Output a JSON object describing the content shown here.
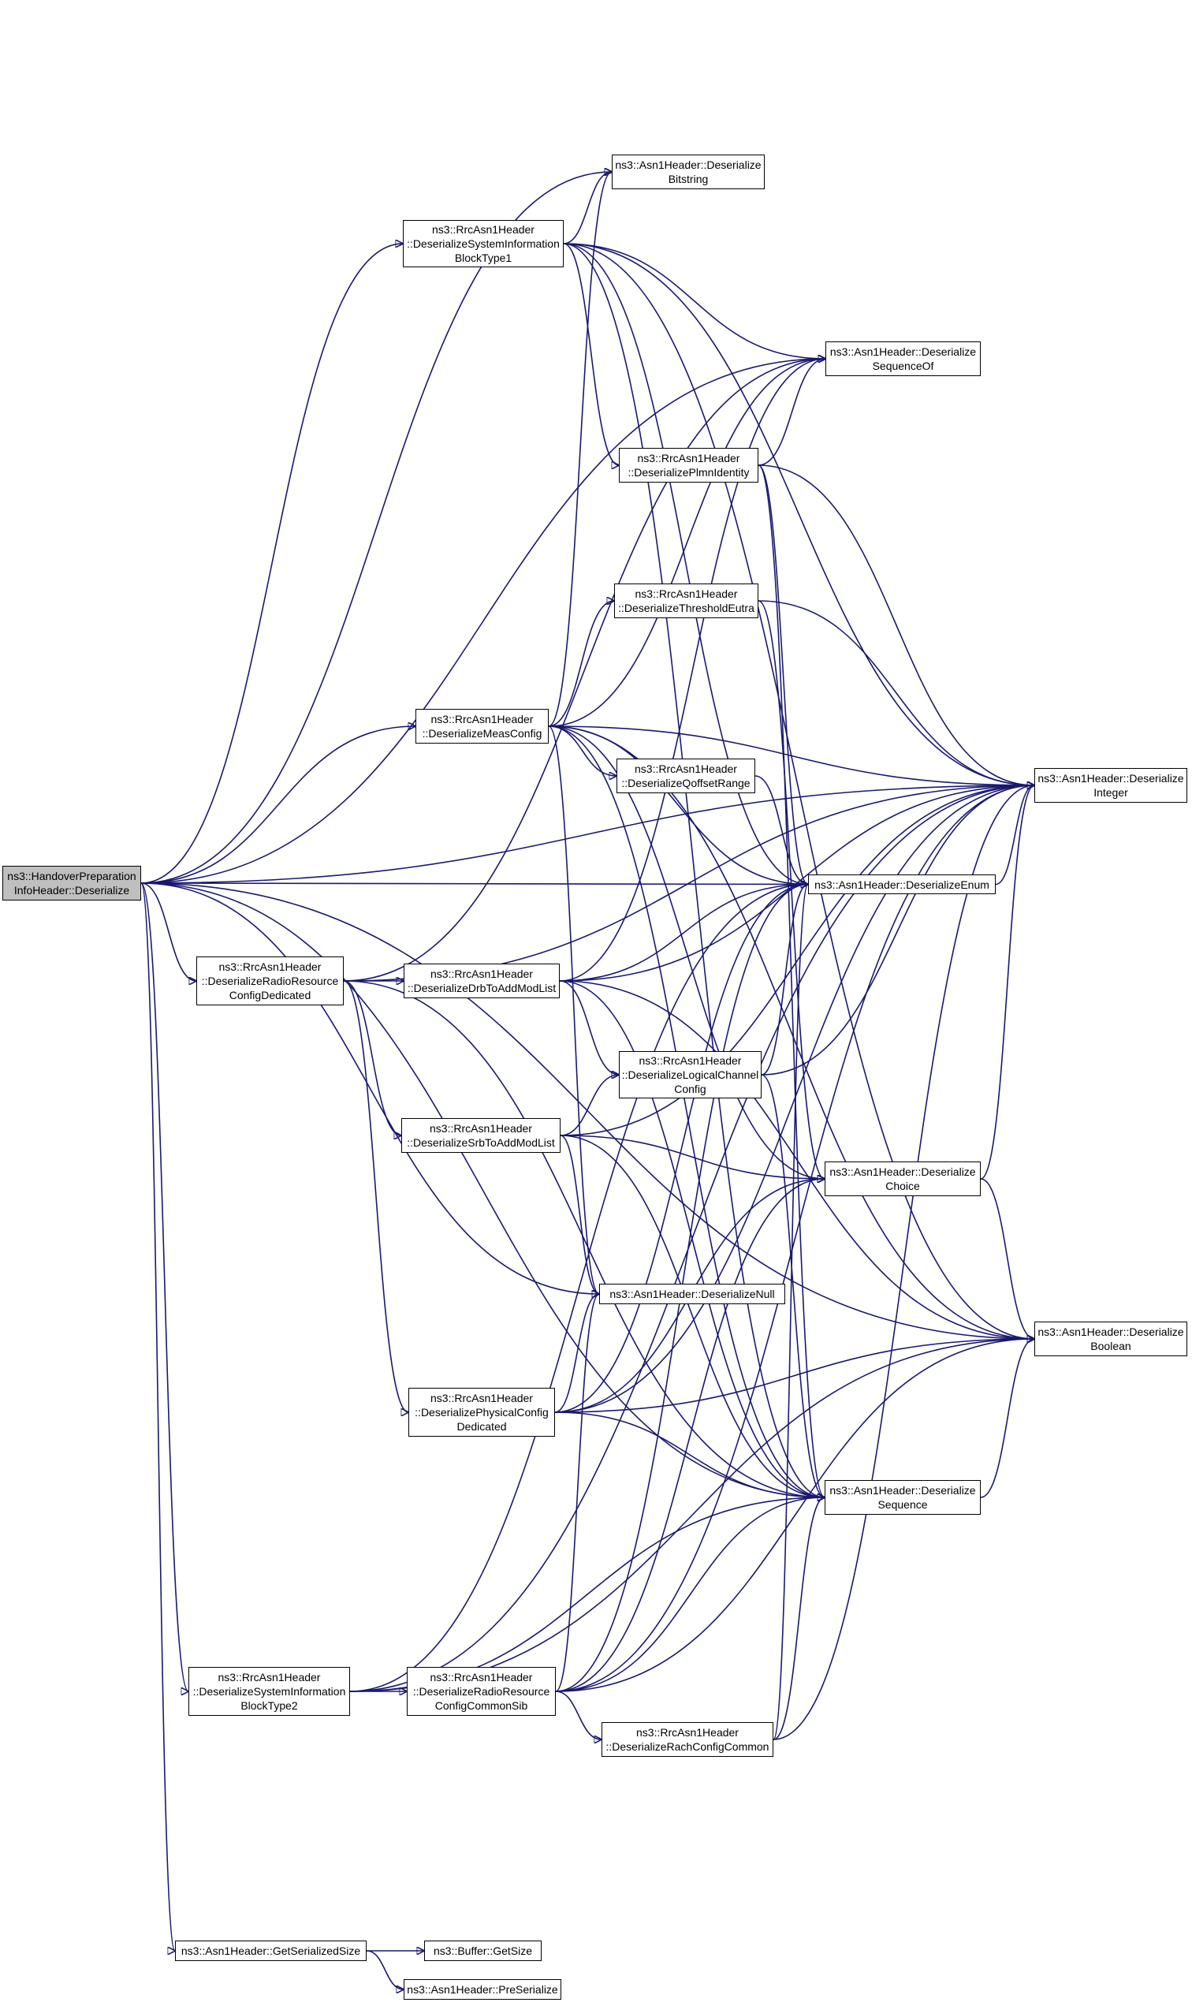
{
  "edge_color": "#191970",
  "root_fill": "#bfbfbf",
  "nodes": {
    "root": "ns3::HandoverPreparation\nInfoHeader::Deserialize",
    "sib1": "ns3::RrcAsn1Header\n::DeserializeSystemInformation\nBlockType1",
    "bitstring": "ns3::Asn1Header::Deserialize\nBitstring",
    "sequenceof": "ns3::Asn1Header::Deserialize\nSequenceOf",
    "plmn": "ns3::RrcAsn1Header\n::DeserializePlmnIdentity",
    "threshold": "ns3::RrcAsn1Header\n::DeserializeThresholdEutra",
    "measconfig": "ns3::RrcAsn1Header\n::DeserializeMeasConfig",
    "qoffset": "ns3::RrcAsn1Header\n::DeserializeQoffsetRange",
    "integer": "ns3::Asn1Header::Deserialize\nInteger",
    "enum": "ns3::Asn1Header::DeserializeEnum",
    "rrcded": "ns3::RrcAsn1Header\n::DeserializeRadioResource\nConfigDedicated",
    "drb": "ns3::RrcAsn1Header\n::DeserializeDrbToAddModList",
    "logch": "ns3::RrcAsn1Header\n::DeserializeLogicalChannel\nConfig",
    "srb": "ns3::RrcAsn1Header\n::DeserializeSrbToAddModList",
    "choice": "ns3::Asn1Header::Deserialize\nChoice",
    "null": "ns3::Asn1Header::DeserializeNull",
    "boolean": "ns3::Asn1Header::Deserialize\nBoolean",
    "physded": "ns3::RrcAsn1Header\n::DeserializePhysicalConfig\nDedicated",
    "sequence": "ns3::Asn1Header::Deserialize\nSequence",
    "sib2": "ns3::RrcAsn1Header\n::DeserializeSystemInformation\nBlockType2",
    "rrccommon": "ns3::RrcAsn1Header\n::DeserializeRadioResource\nConfigCommonSib",
    "rach": "ns3::RrcAsn1Header\n::DeserializeRachConfigCommon",
    "getsize": "ns3::Asn1Header::GetSerializedSize",
    "buffer": "ns3::Buffer::GetSize",
    "preserialize": "ns3::Asn1Header::PreSerialize"
  },
  "edges": [
    [
      "root",
      "sib1"
    ],
    [
      "root",
      "bitstring"
    ],
    [
      "root",
      "sequenceof"
    ],
    [
      "root",
      "measconfig"
    ],
    [
      "root",
      "integer"
    ],
    [
      "root",
      "enum"
    ],
    [
      "root",
      "rrcded"
    ],
    [
      "root",
      "null"
    ],
    [
      "root",
      "sequence"
    ],
    [
      "root",
      "sib2"
    ],
    [
      "root",
      "boolean"
    ],
    [
      "root",
      "getsize"
    ],
    [
      "sib1",
      "bitstring"
    ],
    [
      "sib1",
      "sequenceof"
    ],
    [
      "sib1",
      "plmn"
    ],
    [
      "sib1",
      "integer"
    ],
    [
      "sib1",
      "enum"
    ],
    [
      "sib1",
      "sequence"
    ],
    [
      "sib1",
      "boolean"
    ],
    [
      "plmn",
      "sequenceof"
    ],
    [
      "plmn",
      "integer"
    ],
    [
      "plmn",
      "enum"
    ],
    [
      "plmn",
      "sequence"
    ],
    [
      "threshold",
      "integer"
    ],
    [
      "threshold",
      "choice"
    ],
    [
      "measconfig",
      "bitstring"
    ],
    [
      "measconfig",
      "sequenceof"
    ],
    [
      "measconfig",
      "threshold"
    ],
    [
      "measconfig",
      "qoffset"
    ],
    [
      "measconfig",
      "integer"
    ],
    [
      "measconfig",
      "enum"
    ],
    [
      "measconfig",
      "choice"
    ],
    [
      "measconfig",
      "null"
    ],
    [
      "measconfig",
      "sequence"
    ],
    [
      "measconfig",
      "boolean"
    ],
    [
      "qoffset",
      "enum"
    ],
    [
      "rrcded",
      "sequenceof"
    ],
    [
      "rrcded",
      "drb"
    ],
    [
      "rrcded",
      "srb"
    ],
    [
      "rrcded",
      "physded"
    ],
    [
      "rrcded",
      "sequence"
    ],
    [
      "rrcded",
      "integer"
    ],
    [
      "drb",
      "sequenceof"
    ],
    [
      "drb",
      "enum"
    ],
    [
      "drb",
      "logch"
    ],
    [
      "drb",
      "integer"
    ],
    [
      "drb",
      "sequence"
    ],
    [
      "drb",
      "boolean"
    ],
    [
      "srb",
      "logch"
    ],
    [
      "srb",
      "choice"
    ],
    [
      "srb",
      "integer"
    ],
    [
      "srb",
      "null"
    ],
    [
      "srb",
      "sequence"
    ],
    [
      "logch",
      "enum"
    ],
    [
      "logch",
      "integer"
    ],
    [
      "logch",
      "sequence"
    ],
    [
      "choice",
      "integer"
    ],
    [
      "choice",
      "boolean"
    ],
    [
      "physded",
      "null"
    ],
    [
      "physded",
      "enum"
    ],
    [
      "physded",
      "choice"
    ],
    [
      "physded",
      "integer"
    ],
    [
      "physded",
      "sequence"
    ],
    [
      "physded",
      "boolean"
    ],
    [
      "sequence",
      "boolean"
    ],
    [
      "enum",
      "integer"
    ],
    [
      "sib2",
      "rrccommon"
    ],
    [
      "sib2",
      "sequence"
    ],
    [
      "sib2",
      "enum"
    ],
    [
      "sib2",
      "integer"
    ],
    [
      "sib2",
      "boolean"
    ],
    [
      "rrccommon",
      "rach"
    ],
    [
      "rrccommon",
      "null"
    ],
    [
      "rrccommon",
      "enum"
    ],
    [
      "rrccommon",
      "choice"
    ],
    [
      "rrccommon",
      "sequence"
    ],
    [
      "rrccommon",
      "integer"
    ],
    [
      "rrccommon",
      "boolean"
    ],
    [
      "rach",
      "enum"
    ],
    [
      "rach",
      "integer"
    ],
    [
      "rach",
      "sequence"
    ],
    [
      "getsize",
      "buffer"
    ],
    [
      "getsize",
      "preserialize"
    ]
  ]
}
